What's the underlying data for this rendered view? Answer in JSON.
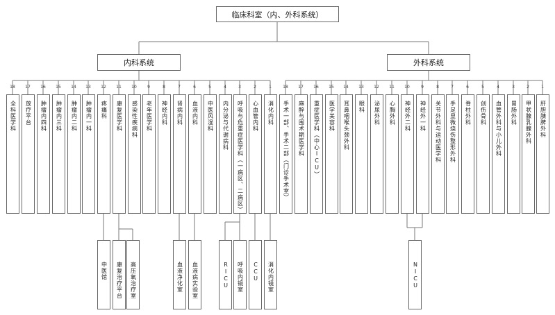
{
  "root": {
    "label": "临床科室（内、外科系统）"
  },
  "internal": {
    "label": "内科系统",
    "departments": [
      {
        "num": "18",
        "label": "全科医学科"
      },
      {
        "num": "17",
        "label": "放疗平台"
      },
      {
        "num": "16",
        "label": "肿瘤内四科"
      },
      {
        "num": "15",
        "label": "肿瘤内三科"
      },
      {
        "num": "14",
        "label": "肿瘤内二科"
      },
      {
        "num": "13",
        "label": "肿瘤内一科"
      },
      {
        "num": "12",
        "label": "疼痛科"
      },
      {
        "num": "11",
        "label": "康复医学科"
      },
      {
        "num": "10",
        "label": "感染性疾病科"
      },
      {
        "num": "9",
        "label": "老年医学科"
      },
      {
        "num": "8",
        "label": "神经内科"
      },
      {
        "num": "7",
        "label": "肾病内科"
      },
      {
        "num": "6",
        "label": "血液内科"
      },
      {
        "num": "5",
        "label": "中医风湿科"
      },
      {
        "num": "4",
        "label": "内分泌与代谢病科"
      },
      {
        "num": "3",
        "label": "呼吸与危重症医学科（一病区、二病区）"
      },
      {
        "num": "2",
        "label": "心血管内科"
      },
      {
        "num": "1",
        "label": "消化内科"
      }
    ],
    "subunits": [
      {
        "label": "中医馆"
      },
      {
        "label": "康复治疗平台"
      },
      {
        "label": "高压氧治疗室"
      },
      {
        "label": "血液净化室"
      },
      {
        "label": "血液病实验室"
      },
      {
        "label": "RICU"
      },
      {
        "label": "呼吸内镜室"
      },
      {
        "label": "CCU"
      },
      {
        "label": "消化内镜室"
      }
    ]
  },
  "surgical": {
    "label": "外科系统",
    "departments": [
      {
        "num": "18",
        "label": "手术一部、手术二部（门诊手术室）"
      },
      {
        "num": "17",
        "label": "麻醉与围术期医学科"
      },
      {
        "num": "16",
        "label": "重症医学科（中心ICU）"
      },
      {
        "num": "15",
        "label": "医学美容科"
      },
      {
        "num": "14",
        "label": "耳鼻咽喉头颈外科"
      },
      {
        "num": "13",
        "label": "眼科"
      },
      {
        "num": "12",
        "label": "泌尿外科"
      },
      {
        "num": "11",
        "label": "心胸外科"
      },
      {
        "num": "10",
        "label": "神经外二科"
      },
      {
        "num": "9",
        "label": "神经外一科"
      },
      {
        "num": "8",
        "label": "关节外科与运动医学科"
      },
      {
        "num": "7",
        "label": "手足显微烧伤整形外科"
      },
      {
        "num": "6",
        "label": "脊柱外科"
      },
      {
        "num": "5",
        "label": "创伤骨科"
      },
      {
        "num": "4",
        "label": "血管外科与小儿外科"
      },
      {
        "num": "3",
        "label": "胃肠外科"
      },
      {
        "num": "2",
        "label": "甲状腺乳腺外科"
      },
      {
        "num": "1",
        "label": "肝胆胰脾外科"
      }
    ],
    "subunits": [
      {
        "label": "NICU"
      }
    ]
  }
}
